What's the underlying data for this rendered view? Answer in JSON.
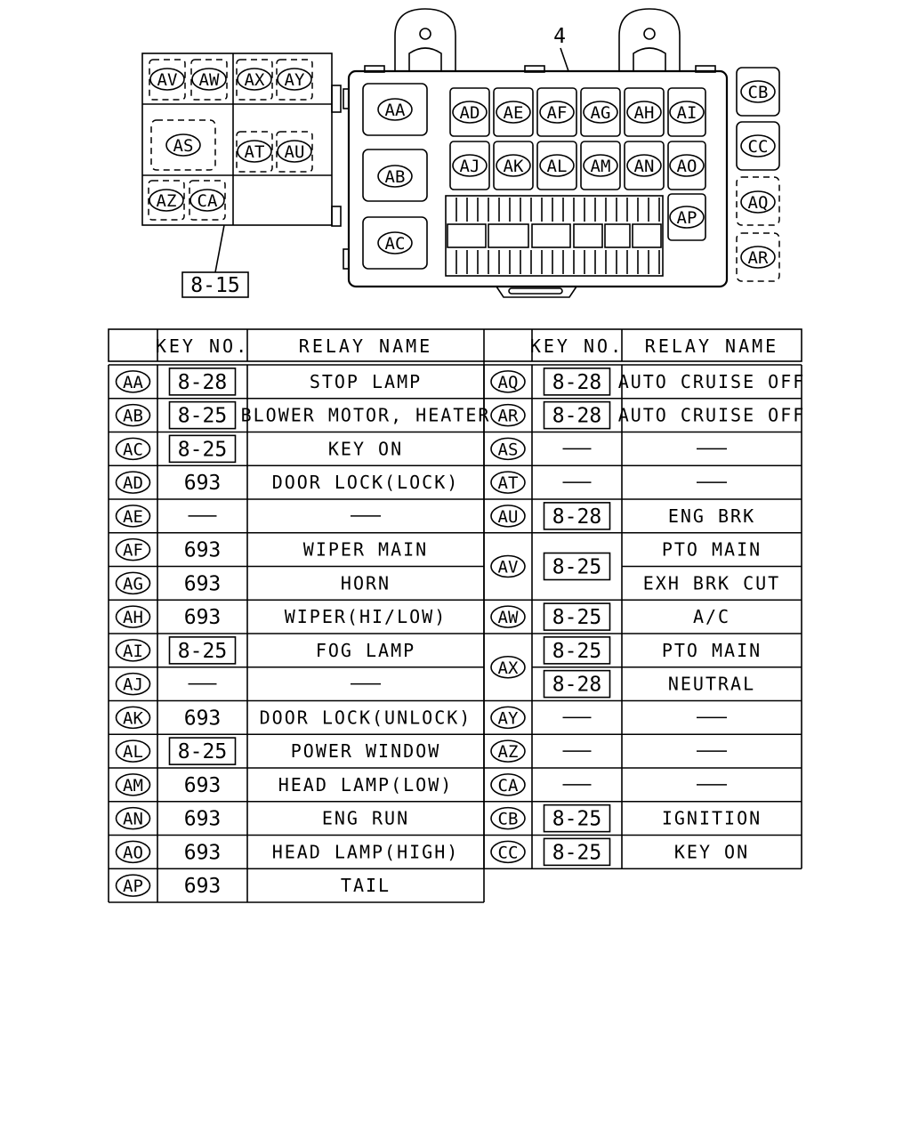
{
  "callout_number": "4",
  "ref_label": "8-15",
  "left_box_relays": [
    "AV",
    "AW",
    "AX",
    "AY",
    "AS",
    "AT",
    "AU",
    "AZ",
    "CA"
  ],
  "main_box_relays": [
    "AA",
    "AB",
    "AC",
    "AD",
    "AE",
    "AF",
    "AG",
    "AH",
    "AI",
    "AJ",
    "AK",
    "AL",
    "AM",
    "AN",
    "AO",
    "AP"
  ],
  "right_relays": [
    "CB",
    "CC",
    "AQ",
    "AR"
  ],
  "table": {
    "headers": {
      "key_no": "KEY NO.",
      "relay_name": "RELAY NAME"
    },
    "left": [
      {
        "code": "AA",
        "key": "8-28",
        "boxed": true,
        "name": "STOP LAMP"
      },
      {
        "code": "AB",
        "key": "8-25",
        "boxed": true,
        "name": "BLOWER MOTOR, HEATER"
      },
      {
        "code": "AC",
        "key": "8-25",
        "boxed": true,
        "name": "KEY ON"
      },
      {
        "code": "AD",
        "key": "693",
        "boxed": false,
        "name": "DOOR LOCK(LOCK)"
      },
      {
        "code": "AE",
        "key": "—",
        "boxed": false,
        "name": "—"
      },
      {
        "code": "AF",
        "key": "693",
        "boxed": false,
        "name": "WIPER MAIN"
      },
      {
        "code": "AG",
        "key": "693",
        "boxed": false,
        "name": "HORN"
      },
      {
        "code": "AH",
        "key": "693",
        "boxed": false,
        "name": "WIPER(HI/LOW)"
      },
      {
        "code": "AI",
        "key": "8-25",
        "boxed": true,
        "name": "FOG LAMP"
      },
      {
        "code": "AJ",
        "key": "—",
        "boxed": false,
        "name": "—"
      },
      {
        "code": "AK",
        "key": "693",
        "boxed": false,
        "name": "DOOR LOCK(UNLOCK)"
      },
      {
        "code": "AL",
        "key": "8-25",
        "boxed": true,
        "name": "POWER WINDOW"
      },
      {
        "code": "AM",
        "key": "693",
        "boxed": false,
        "name": "HEAD LAMP(LOW)"
      },
      {
        "code": "AN",
        "key": "693",
        "boxed": false,
        "name": "ENG RUN"
      },
      {
        "code": "AO",
        "key": "693",
        "boxed": false,
        "name": "HEAD LAMP(HIGH)"
      },
      {
        "code": "AP",
        "key": "693",
        "boxed": false,
        "name": "TAIL"
      }
    ],
    "right": [
      {
        "code": "AQ",
        "entries": [
          {
            "key": "8-28",
            "boxed": true,
            "name": "AUTO CRUISE OFF"
          }
        ]
      },
      {
        "code": "AR",
        "entries": [
          {
            "key": "8-28",
            "boxed": true,
            "name": "AUTO CRUISE OFF"
          }
        ]
      },
      {
        "code": "AS",
        "entries": [
          {
            "key": "—",
            "boxed": false,
            "name": "—"
          }
        ]
      },
      {
        "code": "AT",
        "entries": [
          {
            "key": "—",
            "boxed": false,
            "name": "—"
          }
        ]
      },
      {
        "code": "AU",
        "entries": [
          {
            "key": "8-28",
            "boxed": true,
            "name": "ENG BRK"
          }
        ]
      },
      {
        "code": "AV",
        "entries": [
          {
            "key": "8-25",
            "boxed": true,
            "name": "PTO MAIN"
          },
          {
            "key": "",
            "boxed": false,
            "name": "EXH BRK CUT"
          }
        ]
      },
      {
        "code": "AW",
        "entries": [
          {
            "key": "8-25",
            "boxed": true,
            "name": "A/C"
          }
        ]
      },
      {
        "code": "AX",
        "entries": [
          {
            "key": "8-25",
            "boxed": true,
            "name": "PTO MAIN"
          },
          {
            "key": "8-28",
            "boxed": true,
            "name": "NEUTRAL"
          }
        ]
      },
      {
        "code": "AY",
        "entries": [
          {
            "key": "—",
            "boxed": false,
            "name": "—"
          }
        ]
      },
      {
        "code": "AZ",
        "entries": [
          {
            "key": "—",
            "boxed": false,
            "name": "—"
          }
        ]
      },
      {
        "code": "CA",
        "entries": [
          {
            "key": "—",
            "boxed": false,
            "name": "—"
          }
        ]
      },
      {
        "code": "CB",
        "entries": [
          {
            "key": "8-25",
            "boxed": true,
            "name": "IGNITION"
          }
        ]
      },
      {
        "code": "CC",
        "entries": [
          {
            "key": "8-25",
            "boxed": true,
            "name": "KEY ON"
          }
        ]
      }
    ]
  }
}
